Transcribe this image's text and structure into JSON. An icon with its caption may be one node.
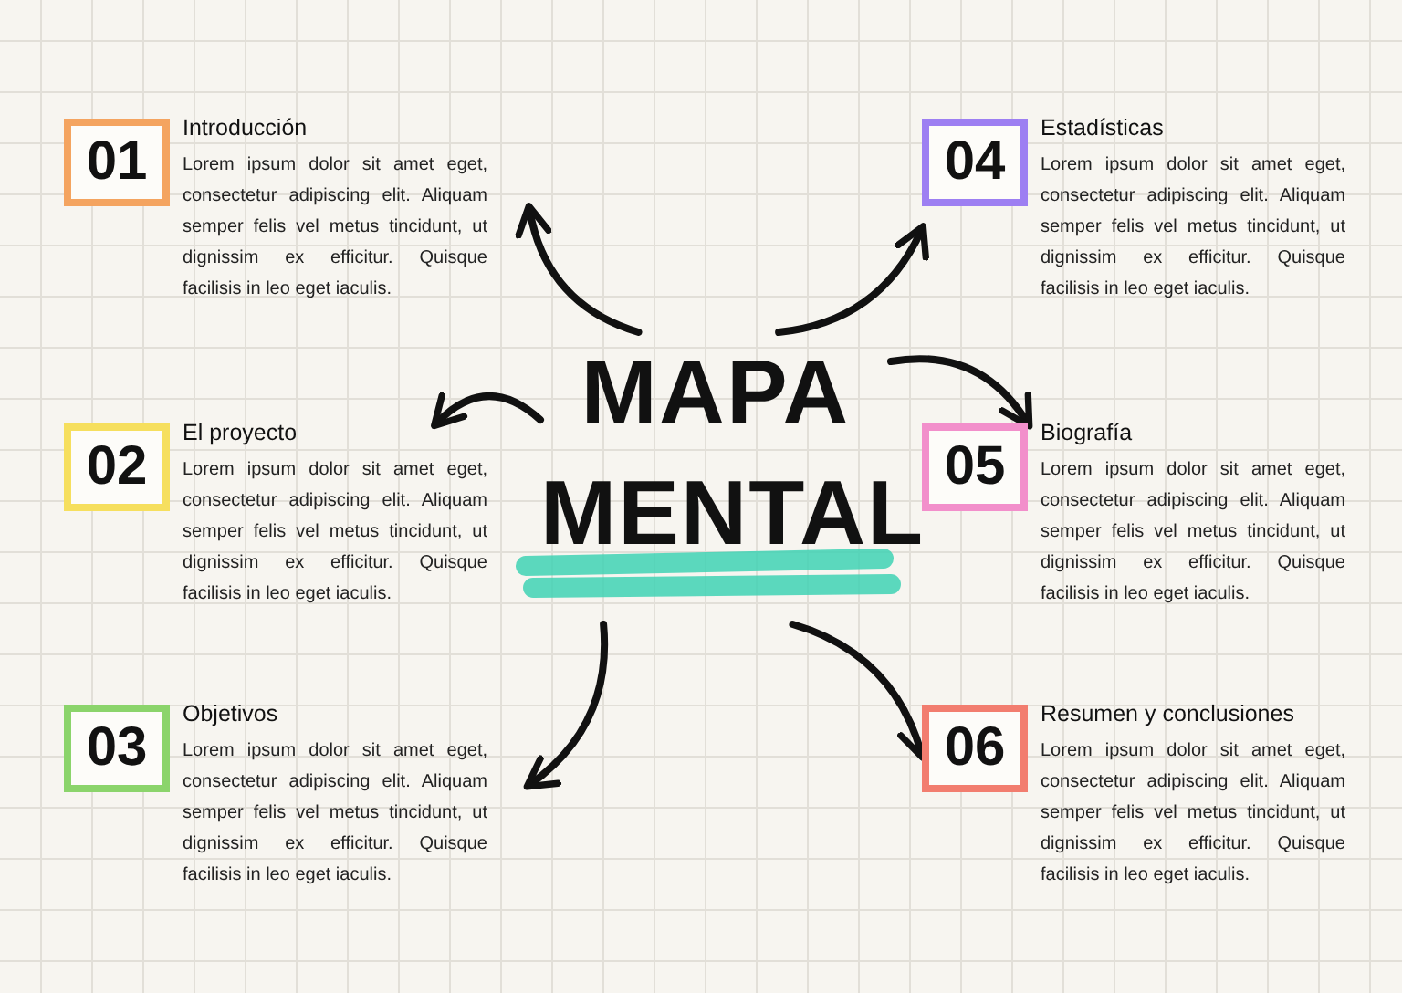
{
  "diagram": {
    "nodes": [
      {
        "text": [
          "MAPA MENTAL"
        ]
      },
      {
        "text": [
          "01",
          "Introducción",
          "Lorem ipsum dolor sit amet eget, consectetur adipiscing elit. Aliquam semper felis vel metus tincidunt, ut dignissim ex efficitur. Quisque facilisis in leo eget iaculis."
        ]
      },
      {
        "text": [
          "04",
          "Estadísticas",
          "Lorem ipsum dolor sit amet eget, consectetur adipiscing elit. Aliquam semper felis vel metus tincidunt, ut dignissim ex efficitur. Quisque facilisis in leo eget iaculis."
        ]
      },
      {
        "text": [
          "02",
          "El proyecto",
          "Lorem ipsum dolor sit amet eget, consectetur adipiscing elit. Aliquam semper felis vel metus tincidunt, ut dignissim ex efficitur. Quisque facilisis in leo eget iaculis."
        ]
      },
      {
        "text": [
          "05",
          "Biografía",
          "Lorem ipsum dolor sit amet eget, consectetur adipiscing elit. Aliquam semper felis vel metus tincidunt, ut dignissim ex efficitur. Quisque facilisis in leo eget iaculis."
        ]
      },
      {
        "text": [
          "03",
          "Objetivos",
          "Lorem ipsum dolor sit amet eget, consectetur adipiscing elit. Aliquam semper felis vel metus tincidunt, ut dignissim ex efficitur. Quisque facilisis in leo eget iaculis."
        ]
      },
      {
        "text": [
          "06",
          "Resumen y conclusiones",
          "Lorem ipsum dolor sit amet eget, consectetur adipiscing elit. Aliquam semper felis vel metus tincidunt, ut dignissim ex efficitur. Quisque facilisis in leo eget iaculis."
        ]
      }
    ],
    "edges": [
      {
        "from": 0,
        "to": 1,
        "arrow": "to"
      },
      {
        "from": 0,
        "to": 2,
        "arrow": "to"
      },
      {
        "from": 0,
        "to": 3,
        "arrow": "to"
      },
      {
        "from": 0,
        "to": 4,
        "arrow": "to"
      },
      {
        "from": 0,
        "to": 5,
        "arrow": "to"
      },
      {
        "from": 0,
        "to": 6,
        "arrow": "to"
      }
    ]
  }
}
